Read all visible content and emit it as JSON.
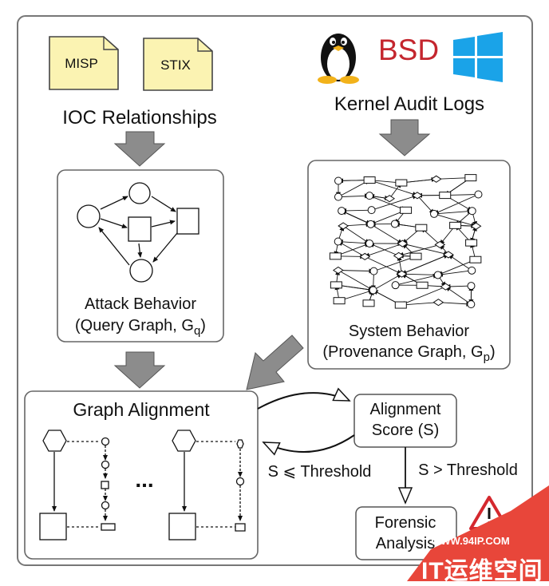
{
  "inputs": {
    "doc1": "MISP",
    "doc2": "STIX",
    "ioc_label": "IOC Relationships",
    "kernel_label": "Kernel Audit Logs",
    "bsd_logo_text": "BSD",
    "linux_icon": "tux-penguin-icon",
    "windows_icon": "windows-logo-icon"
  },
  "query_graph": {
    "line1": "Attack Behavior",
    "line2": "(Query Graph, G",
    "sub": "q",
    "close": ")"
  },
  "provenance_graph": {
    "line1": "System Behavior",
    "line2": "(Provenance Graph, G",
    "sub": "p",
    "close": ")"
  },
  "alignment": {
    "title": "Graph Alignment",
    "ellipsis": "...",
    "score_line1": "Alignment",
    "score_line2": "Score (S)",
    "le_label": "S ⩽ Threshold",
    "gt_label": "S > Threshold",
    "forensic_line1": "Forensic",
    "forensic_line2": "Analysis"
  },
  "watermark": {
    "url": "WWW.94IP.COM",
    "text": "IT运维空间"
  },
  "colors": {
    "arrow_fill": "#8c8c8c",
    "doc_fill": "#fbf3b2",
    "linux_bsd_red": "#c4262e",
    "windows_blue": "#1aa3e8",
    "watermark_red": "#e8463a"
  }
}
